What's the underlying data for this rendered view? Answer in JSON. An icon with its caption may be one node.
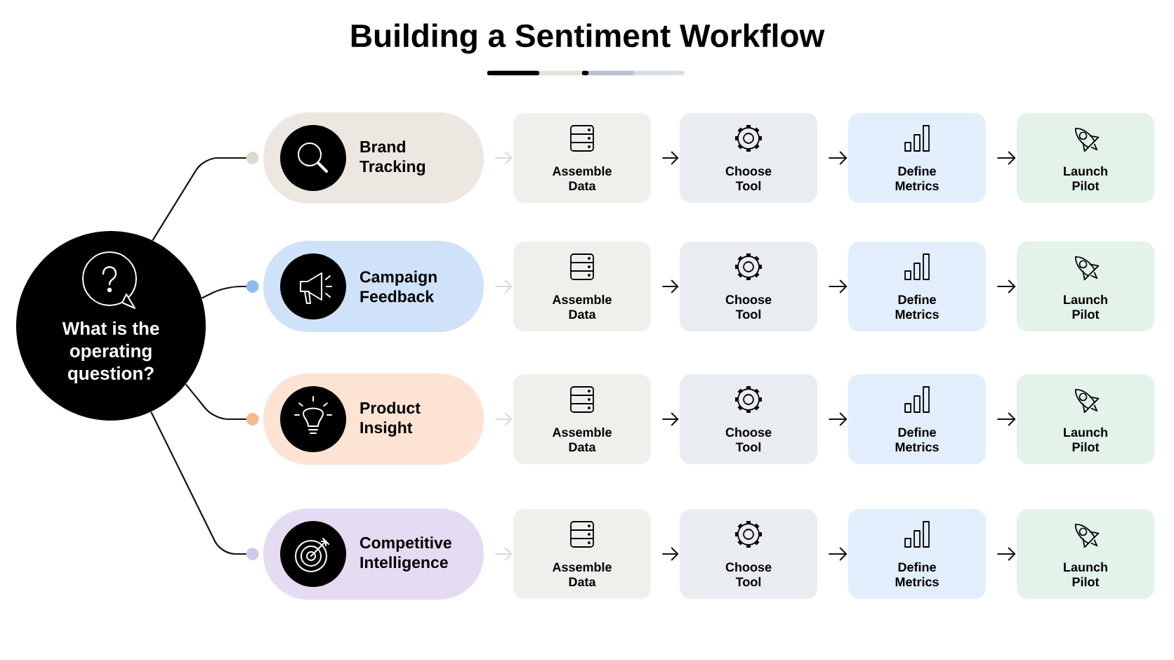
{
  "diagram": {
    "title": "Building a Sentiment Workflow",
    "nodes": [
      {
        "text": [
          "What is the operating question?"
        ]
      },
      {
        "text": [
          "Brand Tracking"
        ]
      },
      {
        "text": [
          "Assemble Data"
        ]
      },
      {
        "text": [
          "Choose Tool"
        ]
      },
      {
        "text": [
          "Define Metrics"
        ]
      },
      {
        "text": [
          "Launch Pilot"
        ]
      },
      {
        "text": [
          "Campaign Feedback"
        ]
      },
      {
        "text": [
          "Assemble Data"
        ]
      },
      {
        "text": [
          "Choose Tool"
        ]
      },
      {
        "text": [
          "Define Metrics"
        ]
      },
      {
        "text": [
          "Launch Pilot"
        ]
      },
      {
        "text": [
          "Product Insight"
        ]
      },
      {
        "text": [
          "Assemble Data"
        ]
      },
      {
        "text": [
          "Choose Tool"
        ]
      },
      {
        "text": [
          "Define Metrics"
        ]
      },
      {
        "text": [
          "Launch Pilot"
        ]
      },
      {
        "text": [
          "Competitive Intelligence"
        ]
      },
      {
        "text": [
          "Assemble Data"
        ]
      },
      {
        "text": [
          "Choose Tool"
        ]
      },
      {
        "text": [
          "Define Metrics"
        ]
      },
      {
        "text": [
          "Launch Pilot"
        ]
      }
    ],
    "edges": [
      {
        "from": 0,
        "to": 1,
        "arrow": "other"
      },
      {
        "from": 0,
        "to": 6,
        "arrow": "other"
      },
      {
        "from": 0,
        "to": 11,
        "arrow": "other"
      },
      {
        "from": 0,
        "to": 16,
        "arrow": "other"
      },
      {
        "from": 1,
        "to": 2,
        "arrow": "to",
        "color": "#dcd9d3"
      },
      {
        "from": 2,
        "to": 3,
        "arrow": "to"
      },
      {
        "from": 3,
        "to": 4,
        "arrow": "to"
      },
      {
        "from": 4,
        "to": 5,
        "arrow": "to"
      },
      {
        "from": 6,
        "to": 7,
        "arrow": "to",
        "color": "#dcd9d3"
      },
      {
        "from": 7,
        "to": 8,
        "arrow": "to"
      },
      {
        "from": 8,
        "to": 9,
        "arrow": "to"
      },
      {
        "from": 9,
        "to": 10,
        "arrow": "to"
      },
      {
        "from": 11,
        "to": 12,
        "arrow": "to",
        "color": "#dcd9d3"
      },
      {
        "from": 12,
        "to": 13,
        "arrow": "to"
      },
      {
        "from": 13,
        "to": 14,
        "arrow": "to"
      },
      {
        "from": 14,
        "to": 15,
        "arrow": "to"
      },
      {
        "from": 16,
        "to": 17,
        "arrow": "to",
        "color": "#dcd9d3"
      },
      {
        "from": 17,
        "to": 18,
        "arrow": "to"
      },
      {
        "from": 18,
        "to": 19,
        "arrow": "to"
      },
      {
        "from": 19,
        "to": 20,
        "arrow": "to"
      }
    ]
  }
}
